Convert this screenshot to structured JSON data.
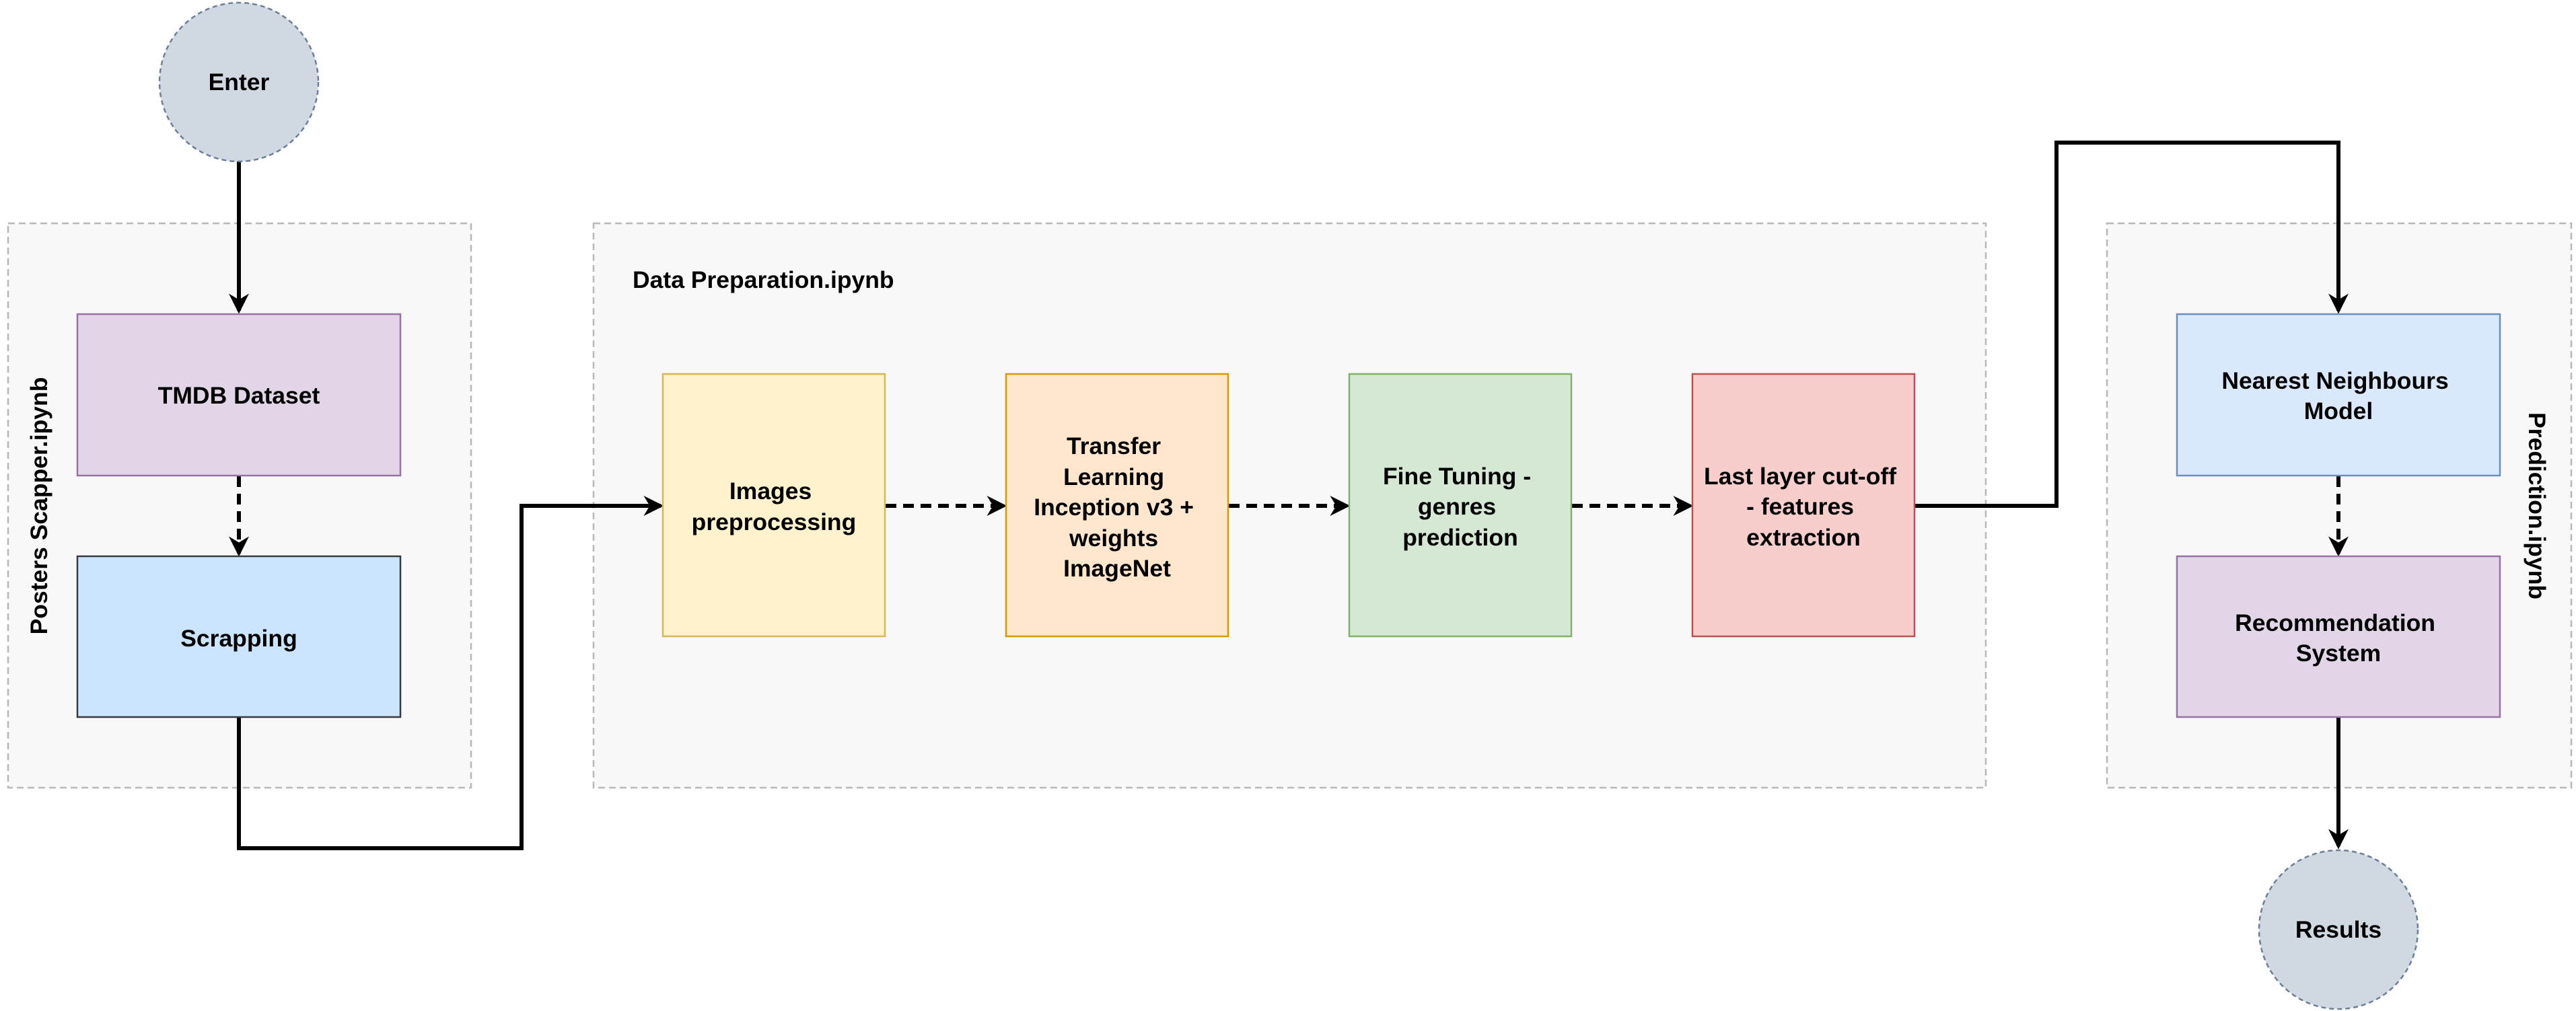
{
  "groups": {
    "posters_scrapper": "Posters Scapper.ipynb",
    "data_preparation": "Data Preparation.ipynb",
    "prediction": "Prediction.ipynb"
  },
  "nodes": {
    "enter": "Enter",
    "tmdb_dataset": "TMDB Dataset",
    "scrapping": "Scrapping",
    "images_preprocessing": [
      "Images",
      "preprocessing"
    ],
    "transfer_learning": [
      "Transfer",
      "Learning",
      "Inception v3 +",
      "weights",
      "ImageNet"
    ],
    "fine_tuning": [
      "Fine Tuning -",
      "genres",
      "prediction"
    ],
    "last_layer": [
      "Last layer cut-off",
      "- features",
      "extraction"
    ],
    "nearest_neighbours": [
      "Nearest Neighbours",
      "Model"
    ],
    "recommendation_system": [
      "Recommendation",
      "System"
    ],
    "results": "Results"
  },
  "colors": {
    "group_fill": "#f8f8f8",
    "group_stroke": "#b8b8b8",
    "terminal_fill": "#d0d9e2",
    "terminal_stroke": "#6b7f99",
    "purple_fill": "#e1d5e7",
    "purple_stroke": "#9673a6",
    "blue_fill": "#cce5ff",
    "blue_stroke": "#36393d",
    "lightblue_fill": "#dae8fc",
    "lightblue_stroke": "#6c8ebf",
    "yellow_fill": "#fff2cc",
    "yellow_stroke": "#d6b656",
    "orange_fill": "#ffe6cc",
    "orange_stroke": "#d79b00",
    "green_fill": "#d5e8d4",
    "green_stroke": "#82b366",
    "red_fill": "#f8cecc",
    "red_stroke": "#b85450",
    "edge": "#000000"
  }
}
